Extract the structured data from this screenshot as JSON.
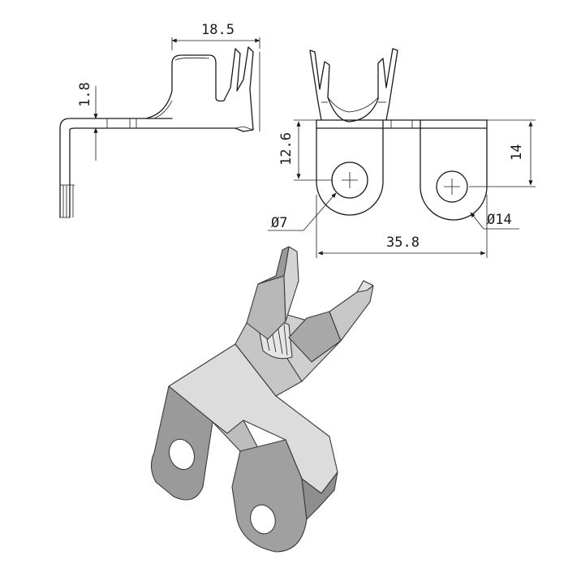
{
  "dimensions": {
    "top_width": "18.5",
    "thickness": "1.8",
    "ring_offset": "12.6",
    "ring_height": "14",
    "hole_small": "Ø7",
    "hole_large": "Ø14",
    "overall_width": "35.8"
  },
  "colors": {
    "line": "#1a1a1a",
    "metal_light": "#d9d9d9",
    "metal_mid": "#b4b4b4",
    "metal_dark": "#8e8e8e"
  }
}
